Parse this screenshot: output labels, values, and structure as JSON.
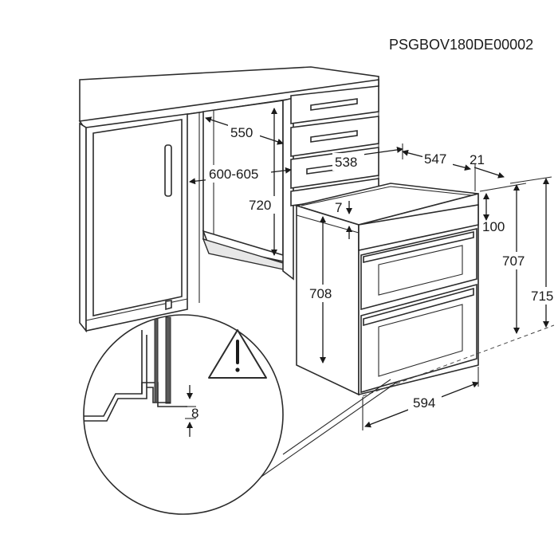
{
  "diagram": {
    "reference_code": "PSGBOV180DE00002",
    "cabinet": {
      "depth_label": "550",
      "width_label": "600-605",
      "height_label": "720"
    },
    "oven": {
      "body_width_label": "538",
      "depth_label": "547",
      "panel_label": "21",
      "top_gap_label": "7",
      "panel_height_label": "100",
      "body_height_label": "708",
      "inner_height_label": "707",
      "total_height_label": "715",
      "front_width_label": "594"
    },
    "detail": {
      "gap_label": "8",
      "warning_icon": "warning-triangle-icon"
    }
  }
}
